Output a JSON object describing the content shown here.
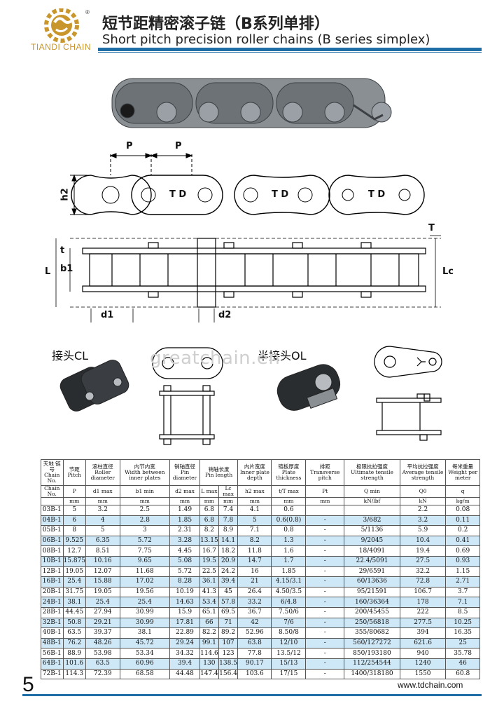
{
  "header": {
    "logo_text": "TIANDI CHAIN",
    "title_cn": "短节距精密滚子链（B系列单排）",
    "title_en": "Short pitch precision roller chains (B series simplex)"
  },
  "drawing": {
    "p1": "P",
    "p2": "P",
    "h2": "h2",
    "td1": "T D",
    "td2": "T D",
    "td3": "T D",
    "T": "T",
    "t": "t",
    "L": "L",
    "b1": "b1",
    "Lc": "Lc",
    "d1": "d1",
    "d2": "d2",
    "cl": "接头CL",
    "ol": "半接头OL",
    "watermark": "greatchain.en"
  },
  "table": {
    "headers": [
      {
        "cn": "天地 链号",
        "en": "Chain No.",
        "sym": "",
        "unit": ""
      },
      {
        "cn": "节距",
        "en": "Pitch",
        "sym": "P",
        "unit": "mm"
      },
      {
        "cn": "滚柱直径",
        "en": "Roller diameter",
        "sym": "d1 max",
        "unit": "mm"
      },
      {
        "cn": "内节内宽",
        "en": "Width between inner plates",
        "sym": "b1 min",
        "unit": "mm"
      },
      {
        "cn": "销轴直径",
        "en": "Pin diameter",
        "sym": "d2 max",
        "unit": "mm"
      },
      {
        "cn": "销轴长度",
        "en": "Pin length",
        "sym": "L max",
        "unit": "mm"
      },
      {
        "cn": "",
        "en": "",
        "sym": "Lc max",
        "unit": "mm"
      },
      {
        "cn": "内片宽度",
        "en": "Inner plate depth",
        "sym": "h2 max",
        "unit": "mm"
      },
      {
        "cn": "链板厚度",
        "en": "Plate thickness",
        "sym": "t/T max",
        "unit": "mm"
      },
      {
        "cn": "排距",
        "en": "Transverse pitch",
        "sym": "Pt",
        "unit": "mm"
      },
      {
        "cn": "极限抗拉强度",
        "en": "Ultimate tensile strength",
        "sym": "Q min",
        "unit": "kN/lbf"
      },
      {
        "cn": "平均抗拉强度",
        "en": "Average tensile strength",
        "sym": "Q0",
        "unit": "kN"
      },
      {
        "cn": "每米重量",
        "en": "Weight per meter",
        "sym": "q",
        "unit": "kg/m"
      }
    ],
    "rows": [
      [
        "03B-1",
        "5",
        "3.2",
        "2.5",
        "1.49",
        "6.8",
        "7.4",
        "4.1",
        "0.6",
        "",
        "",
        "2.2",
        "0.08"
      ],
      [
        "04B-1",
        "6",
        "4",
        "2.8",
        "1.85",
        "6.8",
        "7.8",
        "5",
        "0.6(0.8)",
        "-",
        "3/682",
        "3.2",
        "0.11"
      ],
      [
        "05B-1",
        "8",
        "5",
        "3",
        "2.31",
        "8.2",
        "8.9",
        "7.1",
        "0.8",
        "-",
        "5/1136",
        "5.9",
        "0.2"
      ],
      [
        "06B-1",
        "9.525",
        "6.35",
        "5.72",
        "3.28",
        "13.15",
        "14.1",
        "8.2",
        "1.3",
        "-",
        "9/2045",
        "10.4",
        "0.41"
      ],
      [
        "08B-1",
        "12.7",
        "8.51",
        "7.75",
        "4.45",
        "16.7",
        "18.2",
        "11.8",
        "1.6",
        "-",
        "18/4091",
        "19.4",
        "0.69"
      ],
      [
        "10B-1",
        "15.875",
        "10.16",
        "9.65",
        "5.08",
        "19.5",
        "20.9",
        "14.7",
        "1.7",
        "-",
        "22.4/5091",
        "27.5",
        "0.93"
      ],
      [
        "12B-1",
        "19.05",
        "12.07",
        "11.68",
        "5.72",
        "22.5",
        "24.2",
        "16",
        "1.85",
        "-",
        "29/6591",
        "32.2",
        "1.15"
      ],
      [
        "16B-1",
        "25.4",
        "15.88",
        "17.02",
        "8.28",
        "36.1",
        "39.4",
        "21",
        "4.15/3.1",
        "-",
        "60/13636",
        "72.8",
        "2.71"
      ],
      [
        "20B-1",
        "31.75",
        "19.05",
        "19.56",
        "10.19",
        "41.3",
        "45",
        "26.4",
        "4.50/3.5",
        "-",
        "95/21591",
        "106.7",
        "3.7"
      ],
      [
        "24B-1",
        "38.1",
        "25.4",
        "25.4",
        "14.63",
        "53.4",
        "57.8",
        "33.2",
        "6/4.8",
        "-",
        "160/36364",
        "178",
        "7.1"
      ],
      [
        "28B-1",
        "44.45",
        "27.94",
        "30.99",
        "15.9",
        "65.1",
        "69.5",
        "36.7",
        "7.50/6",
        "-",
        "200/45455",
        "222",
        "8.5"
      ],
      [
        "32B-1",
        "50.8",
        "29.21",
        "30.99",
        "17.81",
        "66",
        "71",
        "42",
        "7/6",
        "-",
        "250/56818",
        "277.5",
        "10.25"
      ],
      [
        "40B-1",
        "63.5",
        "39.37",
        "38.1",
        "22.89",
        "82.2",
        "89.2",
        "52.96",
        "8.50/8",
        "-",
        "355/80682",
        "394",
        "16.35"
      ],
      [
        "48B-1",
        "76.2",
        "48.26",
        "45.72",
        "29.24",
        "99.1",
        "107",
        "63.8",
        "12/10",
        "-",
        "560/127272",
        "621.6",
        "25"
      ],
      [
        "56B-1",
        "88.9",
        "53.98",
        "53.34",
        "34.32",
        "114.6",
        "123",
        "77.8",
        "13.5/12",
        "-",
        "850/193180",
        "940",
        "35.78"
      ],
      [
        "64B-1",
        "101.6",
        "63.5",
        "60.96",
        "39.4",
        "130",
        "138.5",
        "90.17",
        "15/13",
        "-",
        "112/254544",
        "1240",
        "46"
      ],
      [
        "72B-1",
        "114.3",
        "72.39",
        "68.58",
        "44.48",
        "147.4",
        "156.4",
        "103.6",
        "17/15",
        "-",
        "1400/318180",
        "1550",
        "60.8"
      ]
    ]
  },
  "footer": {
    "page_number": "5",
    "website": "www.tdchain.com"
  },
  "colors": {
    "accent": "#1f6fa6",
    "row_shade": "#cfe8f7",
    "logo": "#c8962a"
  }
}
